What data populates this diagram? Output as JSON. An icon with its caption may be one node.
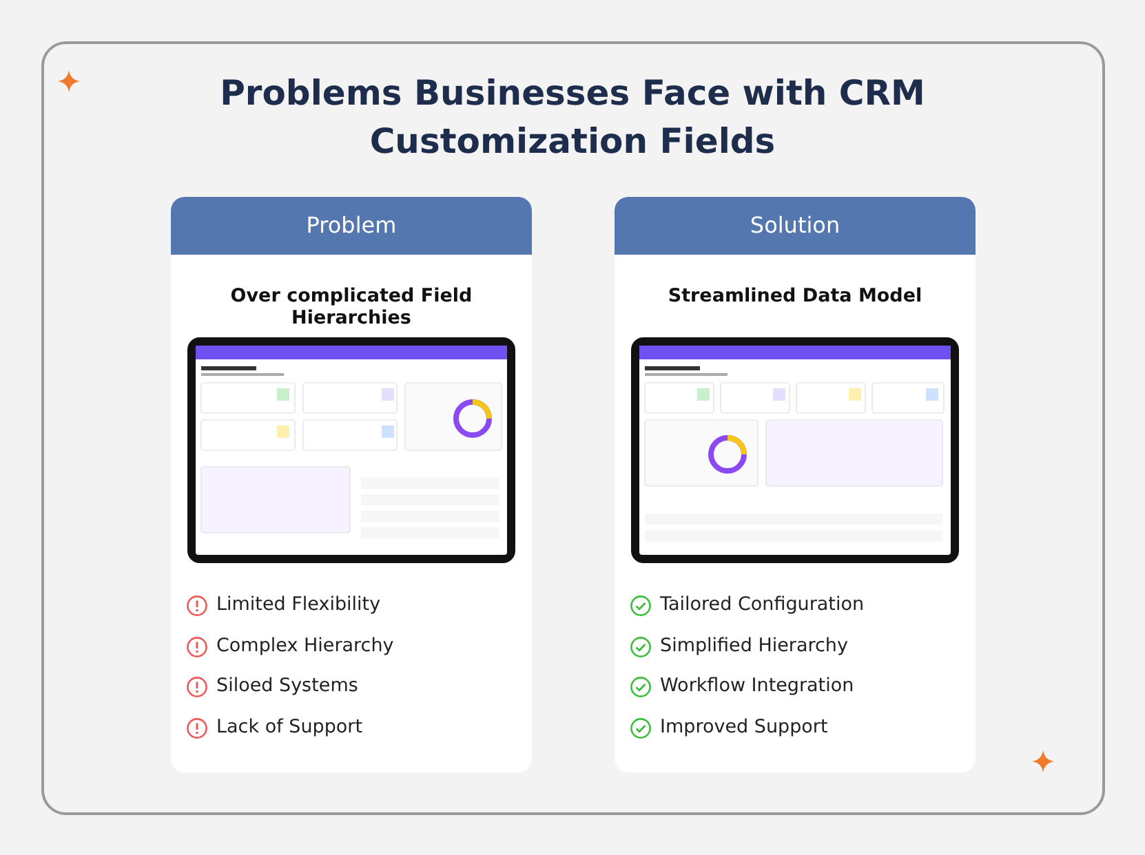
{
  "diagram": {
    "title": "Problems Businesses Face with CRM Customization Fields",
    "nodes": [
      {
        "text": [
          "Problem",
          "Over complicated Field Hierarchies"
        ]
      },
      {
        "text": [
          "Solution",
          "Streamlined Data Model"
        ]
      }
    ],
    "labels": [
      "Limited Flexibility",
      "Complex  Hierarchy",
      "Siloed Systems",
      "Lack of Support",
      "Tailored Configuration",
      "Simplified Hierarchy",
      "Workflow Integration",
      "Improved Support"
    ]
  }
}
